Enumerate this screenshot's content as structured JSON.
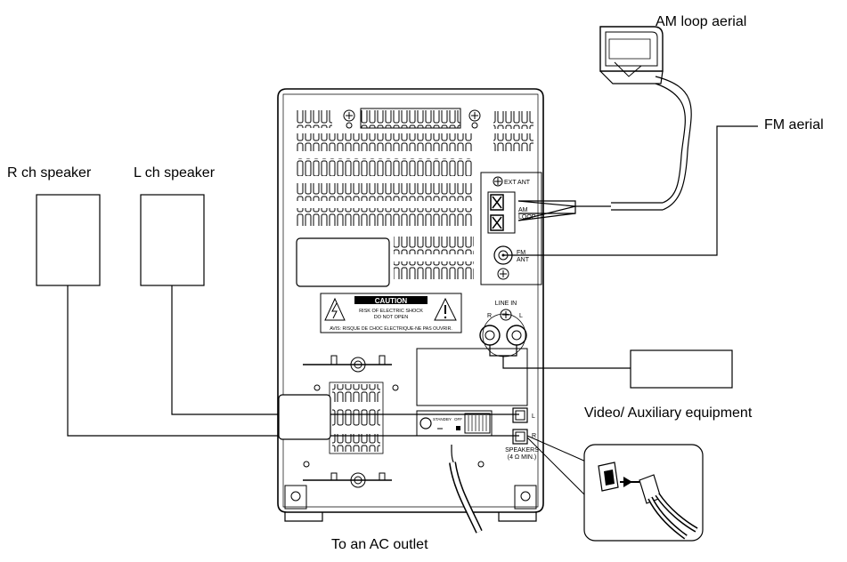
{
  "labels": {
    "am_loop_aerial": "AM loop aerial",
    "fm_aerial": "FM aerial",
    "r_ch_speaker": "R ch speaker",
    "l_ch_speaker": "L ch speaker",
    "video_aux": "Video/ Auxiliary equipment",
    "ac_outlet": "To an AC outlet"
  },
  "panel": {
    "ext_ant": "EXT ANT",
    "am_loop": [
      "AM",
      "LOOP"
    ],
    "fm_ant": [
      "FM",
      "ANT"
    ],
    "line_in": "LINE IN",
    "r": "R",
    "l": "L",
    "caution": "CAUTION",
    "caution_lines": [
      "RISK OF ELECTRIC SHOCK",
      "DO NOT OPEN"
    ],
    "avis": "AVIS: RISQUE DE CHOC ÉLECTRIQUE-NE PAS OUVRIR.",
    "standby": "STANDBY",
    "off": "OFF",
    "speakers": [
      "SPEAKERS",
      "(4 Ω MIN.)"
    ]
  },
  "colors": {
    "line": "#000000",
    "background": "#ffffff"
  }
}
